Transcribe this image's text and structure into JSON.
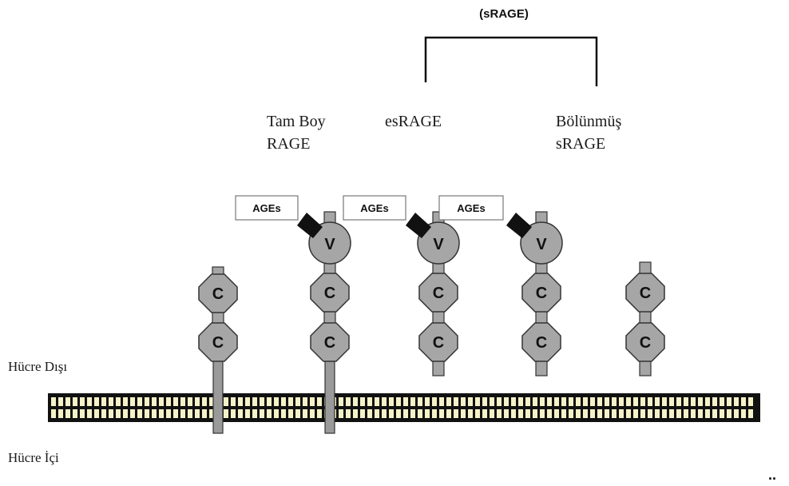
{
  "labels": {
    "srage_header": "(sRAGE)",
    "full_length_line1": "Tam Boy",
    "full_length_line2": "RAGE",
    "esrage": "esRAGE",
    "cleaved_line1": "Bölünmüş",
    "cleaved_line2": "sRAGE",
    "extracellular": "Hücre Dışı",
    "intracellular": "Hücre İçi",
    "ages": "AGEs",
    "v_domain": "V",
    "c_domain": "C",
    "corner_mark": ".."
  },
  "colors": {
    "domain_fill": "#a6a6a6",
    "membrane_dark": "#111111",
    "membrane_light": "#f6f2c8",
    "ligand": "#111111"
  }
}
